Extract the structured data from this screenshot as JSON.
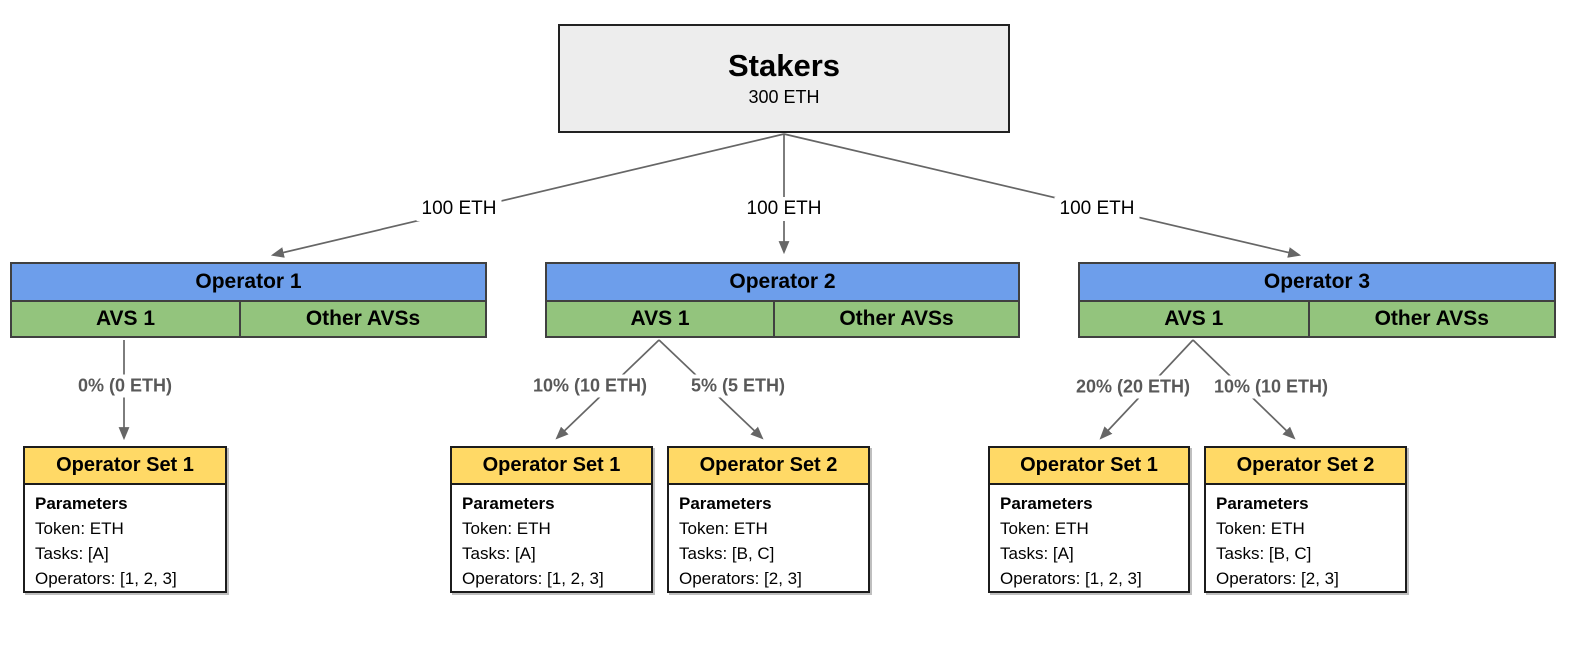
{
  "diagram": {
    "stakers": {
      "title": "Stakers",
      "amount": "300 ETH"
    },
    "delegations": [
      {
        "label": "100 ETH",
        "to": "Operator 1"
      },
      {
        "label": "100 ETH",
        "to": "Operator 2"
      },
      {
        "label": "100 ETH",
        "to": "Operator 3"
      }
    ],
    "operators": [
      {
        "title": "Operator 1",
        "avs": "AVS 1",
        "other": "Other AVSs"
      },
      {
        "title": "Operator 2",
        "avs": "AVS 1",
        "other": "Other AVSs"
      },
      {
        "title": "Operator 3",
        "avs": "AVS 1",
        "other": "Other AVSs"
      }
    ],
    "allocations": [
      {
        "label": "0% (0 ETH)",
        "from": "Operator 1",
        "to": "Operator Set 1"
      },
      {
        "label": "10% (10 ETH)",
        "from": "Operator 2",
        "to": "Operator Set 1"
      },
      {
        "label": "5% (5 ETH)",
        "from": "Operator 2",
        "to": "Operator Set 2"
      },
      {
        "label": "20% (20 ETH)",
        "from": "Operator 3",
        "to": "Operator Set 1"
      },
      {
        "label": "10% (10 ETH)",
        "from": "Operator 3",
        "to": "Operator Set 2"
      }
    ],
    "operator_sets": [
      {
        "title": "Operator Set 1",
        "heading": "Parameters",
        "token": "Token: ETH",
        "tasks": "Tasks: [A]",
        "operators": "Operators: [1, 2, 3]"
      },
      {
        "title": "Operator Set 1",
        "heading": "Parameters",
        "token": "Token: ETH",
        "tasks": "Tasks: [A]",
        "operators": "Operators: [1, 2, 3]"
      },
      {
        "title": "Operator Set 2",
        "heading": "Parameters",
        "token": "Token: ETH",
        "tasks": "Tasks: [B, C]",
        "operators": "Operators: [2, 3]"
      },
      {
        "title": "Operator Set 1",
        "heading": "Parameters",
        "token": "Token: ETH",
        "tasks": "Tasks: [A]",
        "operators": "Operators: [1, 2, 3]"
      },
      {
        "title": "Operator Set 2",
        "heading": "Parameters",
        "token": "Token: ETH",
        "tasks": "Tasks: [B, C]",
        "operators": "Operators: [2, 3]"
      }
    ],
    "colors": {
      "operator_header_blue": "#6d9eeb",
      "avs_green": "#93c47d",
      "set_header_yellow": "#ffd966",
      "stakers_gray": "#ededed",
      "edge_gray": "#666666",
      "allocation_label_gray": "#595959"
    }
  }
}
